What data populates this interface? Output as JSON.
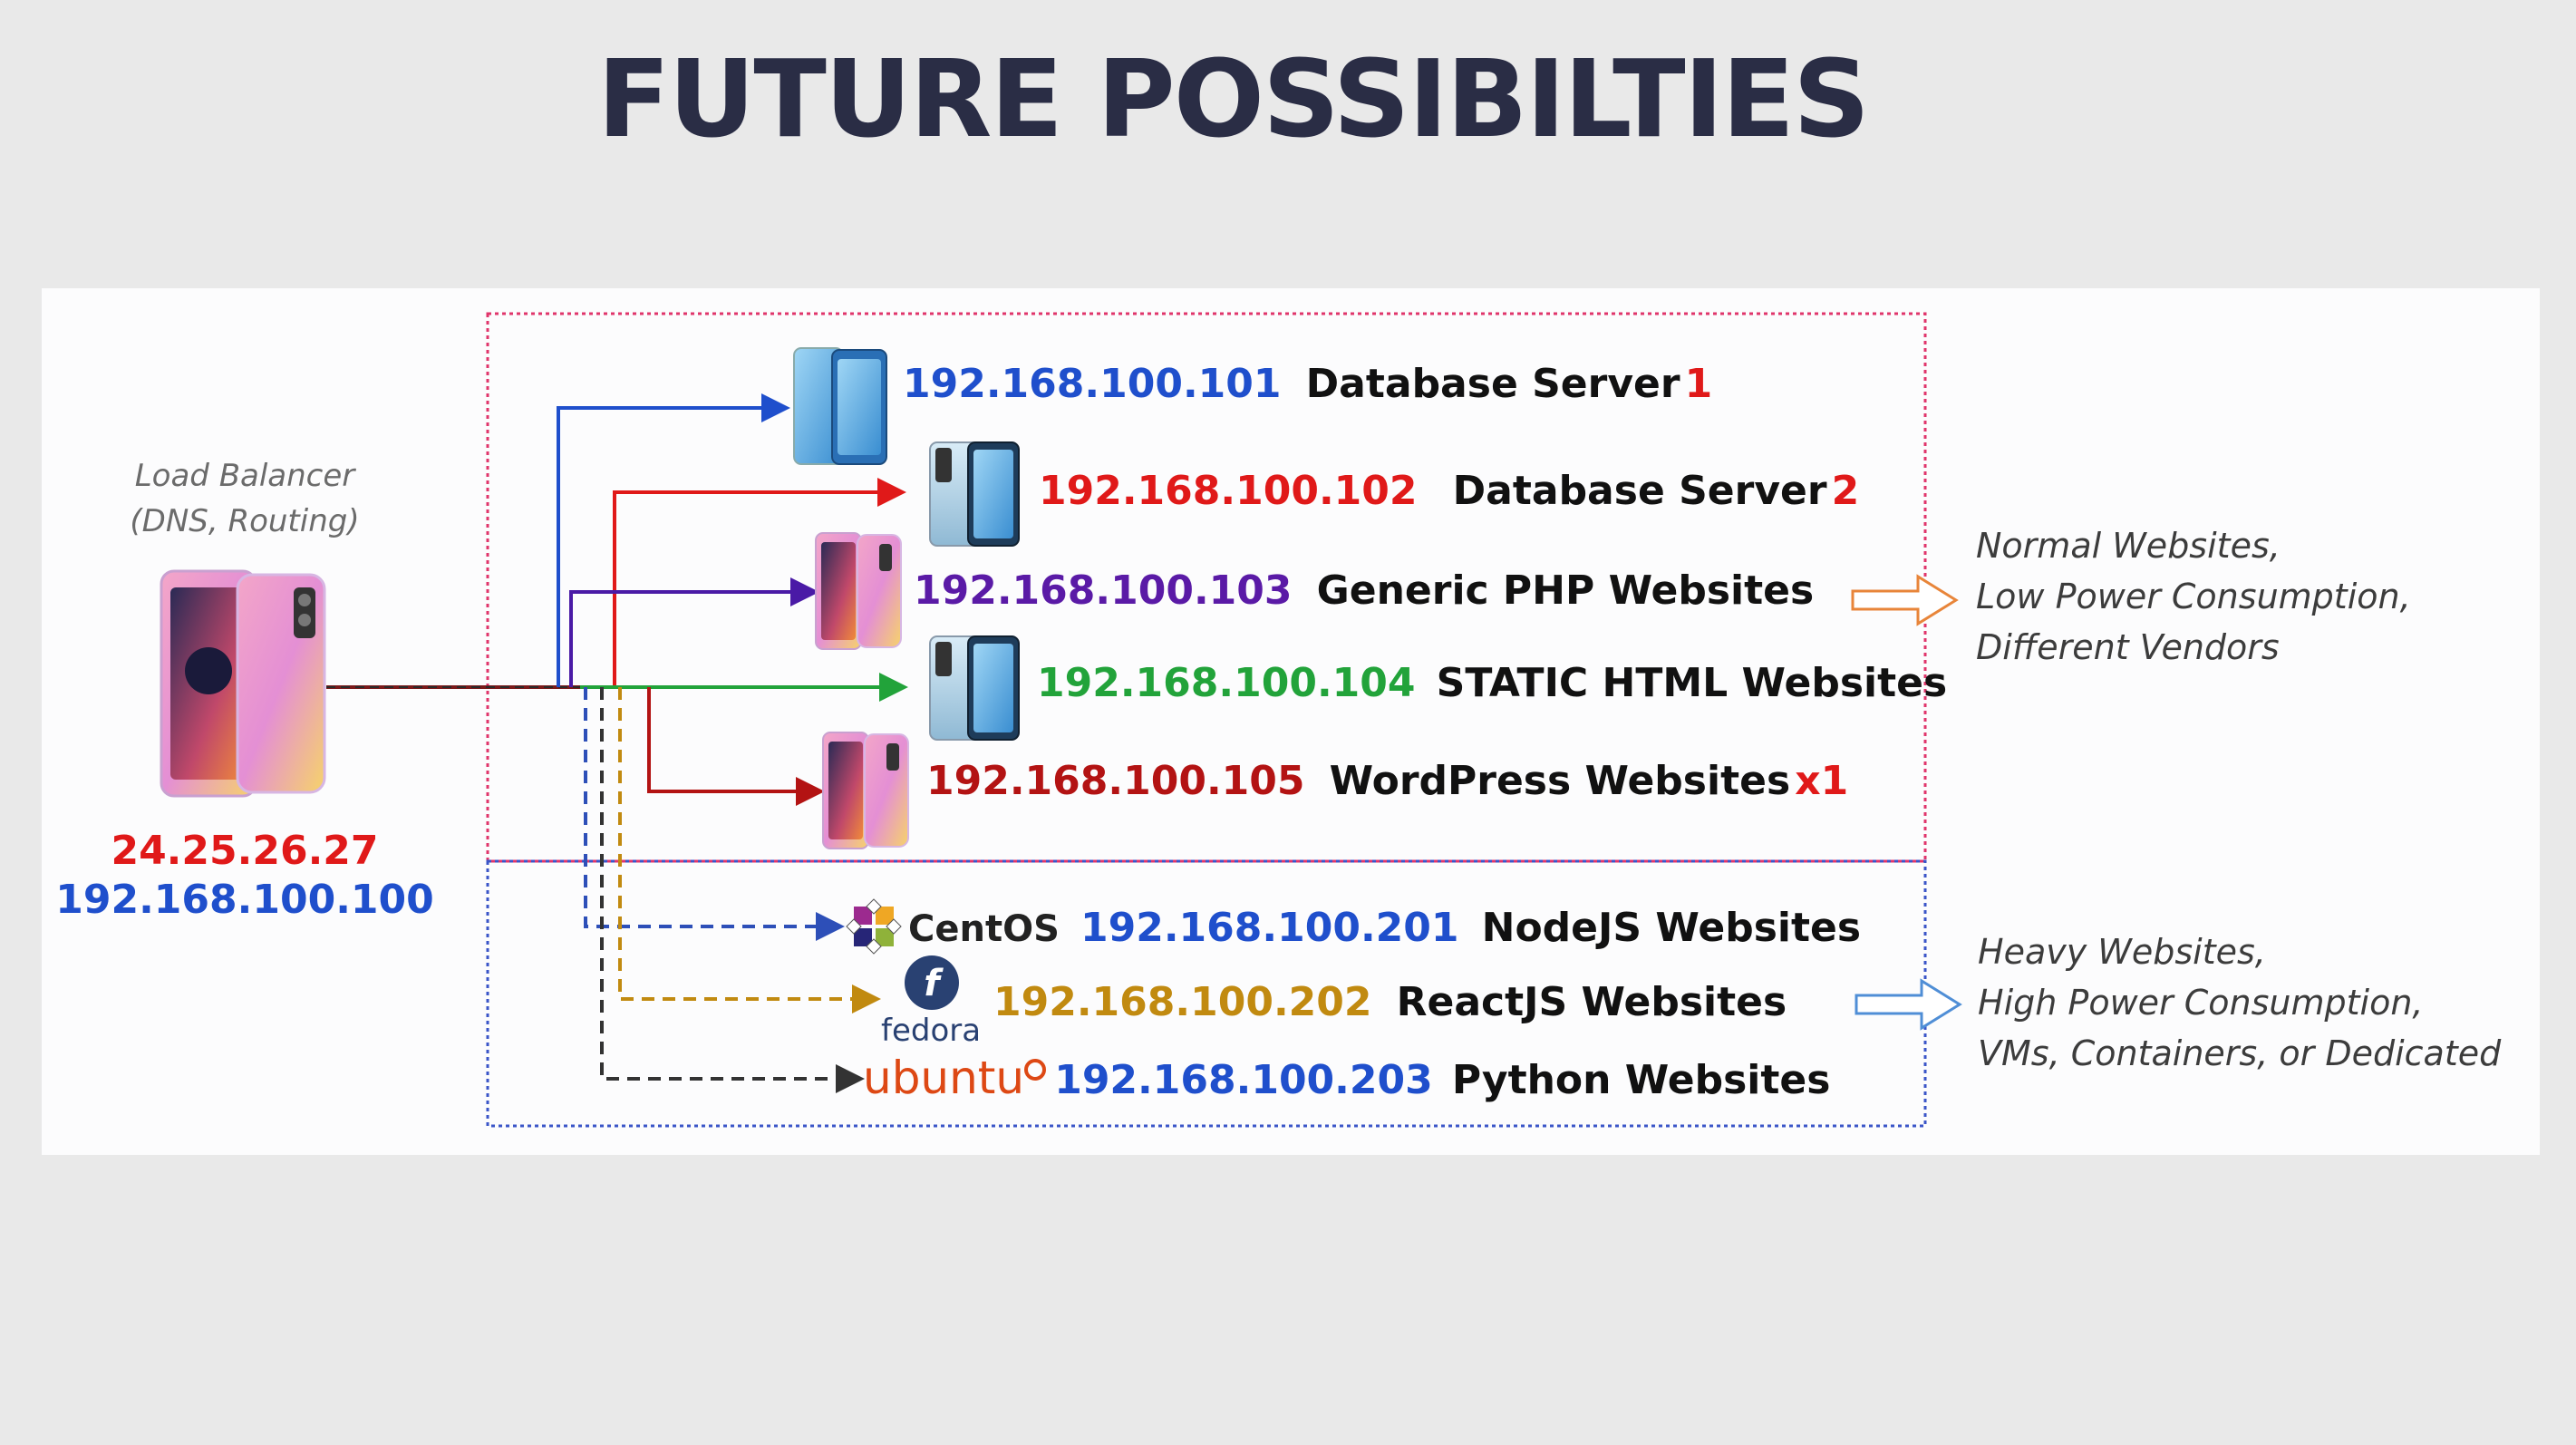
{
  "title": "FUTURE POSSIBILTIES",
  "load_balancer": {
    "label_line1": "Load Balancer",
    "label_line2": "(DNS, Routing)",
    "public_ip": "24.25.26.27",
    "private_ip": "192.168.100.100"
  },
  "servers": [
    {
      "ip": "192.168.100.101",
      "label": "Database Server",
      "suffix": "1",
      "ip_color": "#1f4fcc"
    },
    {
      "ip": "192.168.100.102",
      "label": "Database Server",
      "suffix": "2",
      "ip_color": "#e01919"
    },
    {
      "ip": "192.168.100.103",
      "label": "Generic PHP Websites",
      "suffix": "",
      "ip_color": "#5a1aa6"
    },
    {
      "ip": "192.168.100.104",
      "label": "STATIC HTML Websites",
      "suffix": "",
      "ip_color": "#22a33a"
    },
    {
      "ip": "192.168.100.105",
      "label": "WordPress Websites",
      "suffix": "x1",
      "ip_color": "#b31313"
    }
  ],
  "vm_servers": [
    {
      "vendor": "CentOS",
      "ip": "192.168.100.201",
      "label": "NodeJS Websites",
      "ip_color": "#1f4fcc"
    },
    {
      "vendor": "fedora",
      "ip": "192.168.100.202",
      "label": "ReactJS Websites",
      "ip_color": "#c18a10"
    },
    {
      "vendor": "ubuntu",
      "ip": "192.168.100.203",
      "label": "Python Websites",
      "ip_color": "#1f4fcc"
    }
  ],
  "notes": {
    "top": [
      "Normal Websites,",
      "Low Power Consumption,",
      "Different Vendors"
    ],
    "bottom": [
      "Heavy Websites,",
      "High Power Consumption,",
      "VMs, Containers, or Dedicated"
    ]
  },
  "colors": {
    "title": "#2a2d45",
    "phone_box_border": "#e0356b",
    "vm_box_border": "#3a55c8",
    "note_arrow_top": "#e8853a",
    "note_arrow_bottom": "#4f8ed6"
  },
  "icons": [
    "phone-icon",
    "centos-logo",
    "fedora-logo",
    "ubuntu-logo",
    "hollow-arrow-icon"
  ]
}
